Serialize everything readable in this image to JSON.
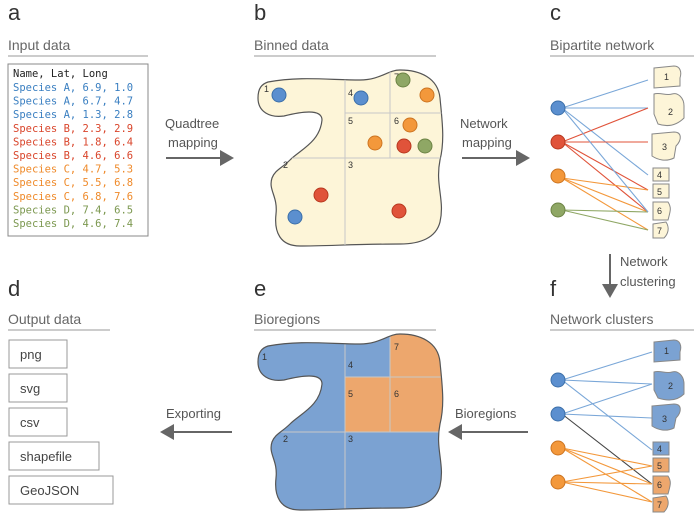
{
  "panels": {
    "a": {
      "letter": "a",
      "title": "Input data"
    },
    "b": {
      "letter": "b",
      "title": "Binned data"
    },
    "c": {
      "letter": "c",
      "title": "Bipartite network"
    },
    "d": {
      "letter": "d",
      "title": "Output data"
    },
    "e": {
      "letter": "e",
      "title": "Bioregions"
    },
    "f": {
      "letter": "f",
      "title": "Network clusters"
    }
  },
  "input_table": {
    "header": "Name, Lat, Long",
    "rows": [
      {
        "text": "Species A, 6.9, 1.0",
        "color": "#3a7fc1"
      },
      {
        "text": "Species A, 6.7, 4.7",
        "color": "#3a7fc1"
      },
      {
        "text": "Species A, 1.3, 2.8",
        "color": "#3a7fc1"
      },
      {
        "text": "Species B, 2.3, 2.9",
        "color": "#d9452b"
      },
      {
        "text": "Species B, 1.8, 6.4",
        "color": "#d9452b"
      },
      {
        "text": "Species B, 4.6, 6.6",
        "color": "#d9452b"
      },
      {
        "text": "Species C, 4.7, 5.3",
        "color": "#ef8a2a"
      },
      {
        "text": "Species C, 5.5, 6.8",
        "color": "#ef8a2a"
      },
      {
        "text": "Species C, 6.8, 7.6",
        "color": "#ef8a2a"
      },
      {
        "text": "Species D, 7.4, 6.5",
        "color": "#7c9850"
      },
      {
        "text": "Species D, 4.6, 7.4",
        "color": "#7c9850"
      }
    ]
  },
  "arrows": {
    "quadtree": {
      "line1": "Quadtree",
      "line2": "mapping"
    },
    "network": {
      "line1": "Network",
      "line2": "mapping"
    },
    "clustering": {
      "line1": "Network",
      "line2": "clustering"
    },
    "bioregions": {
      "label": "Bioregions"
    },
    "exporting": {
      "label": "Exporting"
    }
  },
  "cells": [
    "1",
    "2",
    "3",
    "4",
    "5",
    "6",
    "7"
  ],
  "output_formats": [
    "png",
    "svg",
    "csv",
    "shapefile",
    "GeoJSON"
  ],
  "colors": {
    "species_a": "#5b8fcf",
    "species_b": "#e0533a",
    "species_c": "#f3983b",
    "species_d": "#8fa765",
    "land": "#fdf5d8",
    "bioregion_blue": "#7ba2d2",
    "bioregion_orange": "#eda76d",
    "arrow": "#666666"
  }
}
